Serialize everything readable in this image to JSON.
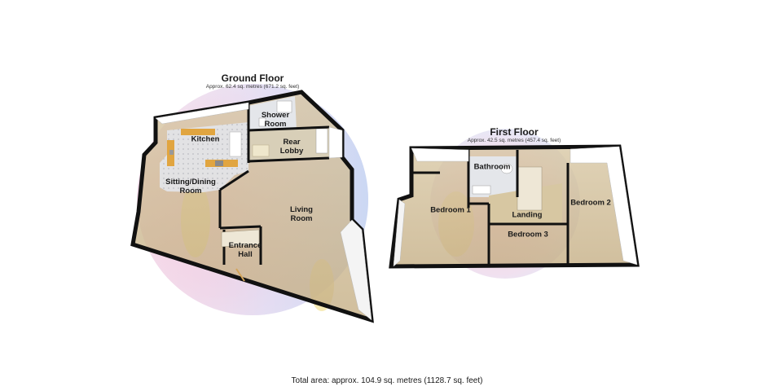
{
  "ground_floor": {
    "title": "Ground Floor",
    "area": "Approx. 62.4 sq. metres (671.2 sq. feet)",
    "rooms": {
      "kitchen": "Kitchen",
      "shower_room": "Shower\nRoom",
      "rear_lobby": "Rear\nLobby",
      "sitting_dining": "Sitting/Dining\nRoom",
      "living_room": "Living\nRoom",
      "entrance_hall": "Entrance\nHall"
    }
  },
  "first_floor": {
    "title": "First Floor",
    "area": "Approx. 42.5 sq. metres (457.4 sq. feet)",
    "rooms": {
      "bathroom": "Bathroom",
      "bedroom1": "Bedroom 1",
      "bedroom2": "Bedroom 2",
      "bedroom3": "Bedroom 3",
      "landing": "Landing"
    }
  },
  "total_area": "Total area: approx. 104.9 sq. metres (1128.7 sq. feet)",
  "colors": {
    "wall": "#111111",
    "floor_carpet": "#cbb68e",
    "floor_tile": "#dadde2",
    "kitchen_unit": "#e0a440",
    "halo_pink": "#f7cfe0",
    "halo_blue": "#cfdaf4",
    "halo_yellow": "#f4e6a8"
  }
}
